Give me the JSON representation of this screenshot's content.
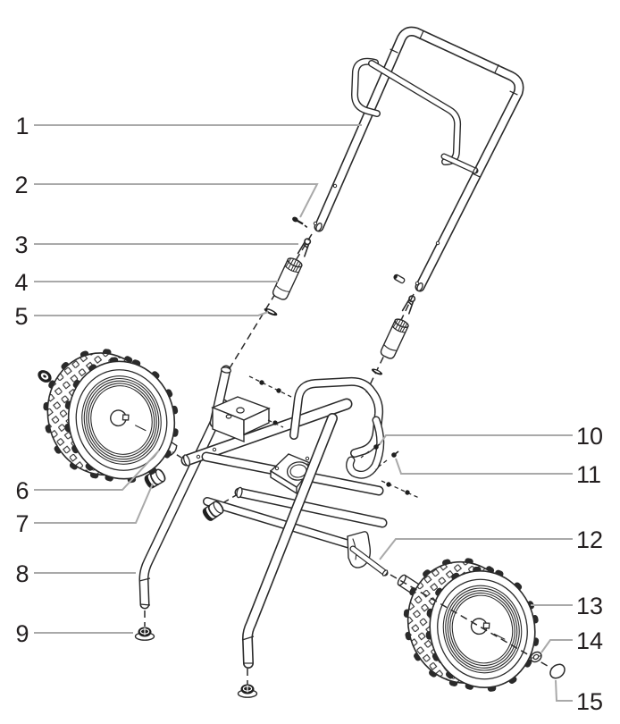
{
  "colors": {
    "background": "#ffffff",
    "line": "#2a2a2a",
    "leader": "#a9a9a9",
    "label_text": "#231f20"
  },
  "labels": [
    "1",
    "2",
    "3",
    "4",
    "5",
    "6",
    "7",
    "8",
    "9",
    "10",
    "11",
    "12",
    "13",
    "14",
    "15"
  ]
}
